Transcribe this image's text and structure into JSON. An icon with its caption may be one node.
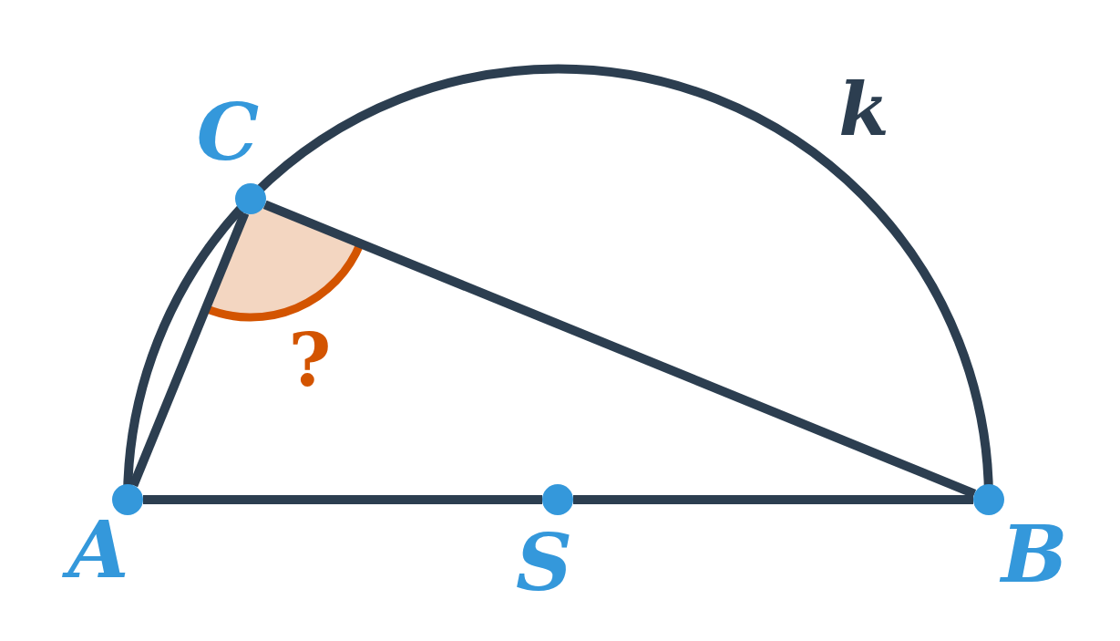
{
  "diagram": {
    "nodes": [
      {
        "text": [],
        "shape": "circle",
        "beside": [
          "C"
        ]
      },
      {
        "text": [],
        "shape": "circle",
        "beside": [
          "A"
        ]
      },
      {
        "text": [],
        "shape": "circle",
        "beside": [
          "S"
        ]
      },
      {
        "text": [],
        "shape": "circle",
        "beside": [
          "B"
        ]
      }
    ],
    "edges": [
      {
        "from": 0,
        "to": 1,
        "arrow": "none"
      },
      {
        "from": 0,
        "to": 3,
        "arrow": "none"
      },
      {
        "from": 1,
        "to": 2,
        "arrow": "none"
      },
      {
        "from": 2,
        "to": 3,
        "arrow": "none"
      }
    ],
    "labels": [
      "k",
      "?"
    ]
  }
}
